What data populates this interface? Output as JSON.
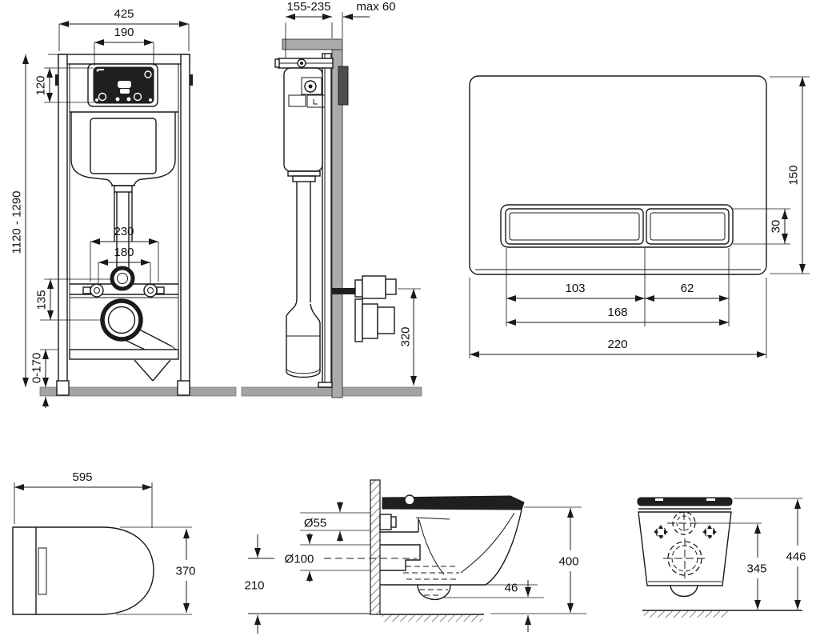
{
  "drawing": {
    "type": "technical-dimension-drawing",
    "units_shown": "mm"
  },
  "colors": {
    "line": "#1a1a1a",
    "wall_fill": "#ababab",
    "floor_fill": "#a3a3a3",
    "dark_fill": "#1f1f1f",
    "bracket_fill": "#4f4f4f",
    "background": "#ffffff"
  },
  "views": {
    "frame_front": {
      "total_width": "425",
      "window_width": "190",
      "window_height": "120",
      "height_range": "1120 - 1290",
      "fixing_spacing_outer": "230",
      "fixing_spacing_inner": "180",
      "inlet_to_outlet": "135",
      "foot_adjust_range": "0-170"
    },
    "frame_side": {
      "mounting_depth_range": "155-235",
      "max_wall_thickness": "max 60",
      "outlet_height": "320"
    },
    "flush_plate": {
      "height": "150",
      "button_height": "30",
      "large_button_width": "103",
      "small_button_width": "62",
      "buttons_width": "168",
      "width": "220"
    },
    "bowl_top": {
      "length": "595",
      "width": "370"
    },
    "bowl_side": {
      "inlet_diameter": "Ø55",
      "outlet_diameter": "Ø100",
      "outlet_center_height": "210",
      "height": "400",
      "trap_offset": "46"
    },
    "bowl_rear": {
      "fixing_height": "345",
      "total_height": "446"
    }
  }
}
